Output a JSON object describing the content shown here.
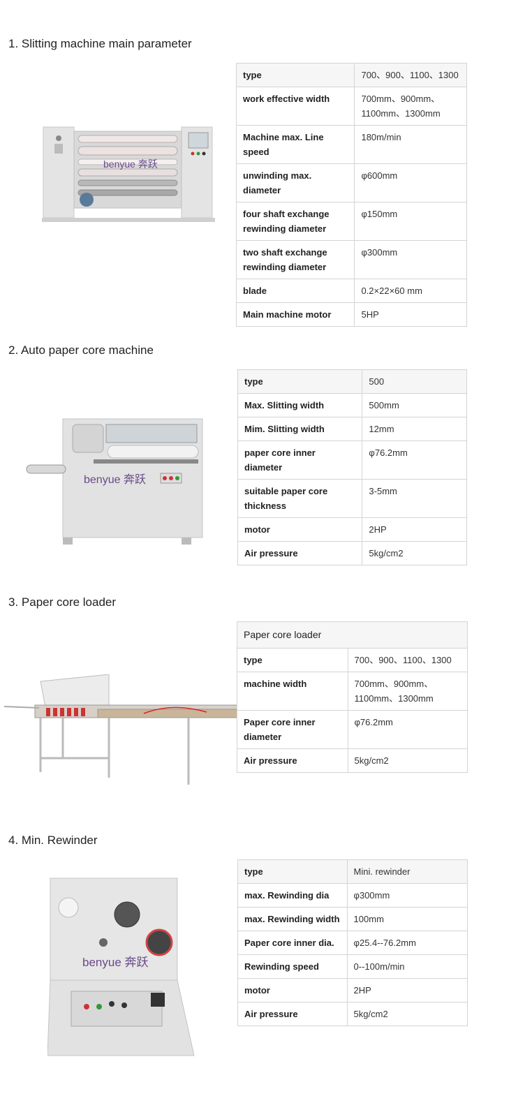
{
  "sections": [
    {
      "heading": "1. Slitting machine main parameter",
      "logo": "benyue 奔跃",
      "rows": [
        {
          "k": "type",
          "v": "700、900、1100、1300"
        },
        {
          "k": "work effective width",
          "v": "700mm、900mm、1100mm、1300mm"
        },
        {
          "k": "Machine max. Line speed",
          "v": "180m/min"
        },
        {
          "k": "unwinding max. diameter",
          "v": "φ600mm"
        },
        {
          "k": "four shaft exchange rewinding diameter",
          "v": "φ150mm"
        },
        {
          "k": "two shaft exchange rewinding diameter",
          "v": "φ300mm"
        },
        {
          "k": "blade",
          "v": "0.2×22×60 mm"
        },
        {
          "k": "Main machine motor",
          "v": "5HP"
        }
      ]
    },
    {
      "heading": "2. Auto paper core machine",
      "logo": "benyue 奔跃",
      "rows": [
        {
          "k": "type",
          "v": "500"
        },
        {
          "k": "Max. Slitting width",
          "v": "500mm"
        },
        {
          "k": "Mim. Slitting width",
          "v": "12mm"
        },
        {
          "k": "paper core inner diameter",
          "v": "φ76.2mm"
        },
        {
          "k": "suitable paper core thickness",
          "v": "3-5mm"
        },
        {
          "k": "motor",
          "v": "2HP"
        },
        {
          "k": "Air pressure",
          "v": "5kg/cm2"
        }
      ]
    },
    {
      "heading": "3. Paper core loader",
      "caption": "Paper core loader",
      "rows": [
        {
          "k": "type",
          "v": "700、900、1100、1300"
        },
        {
          "k": "machine width",
          "v": "700mm、900mm、1100mm、1300mm"
        },
        {
          "k": "Paper core inner diameter",
          "v": "φ76.2mm"
        },
        {
          "k": "Air pressure",
          "v": "5kg/cm2"
        }
      ]
    },
    {
      "heading": "4. Min. Rewinder",
      "logo": "benyue 奔跃",
      "rows": [
        {
          "k": "type",
          "v": "Mini. rewinder"
        },
        {
          "k": "max. Rewinding dia",
          "v": "φ300mm"
        },
        {
          "k": "max. Rewinding width",
          "v": "100mm"
        },
        {
          "k": "Paper core inner dia.",
          "v": "φ25.4--76.2mm"
        },
        {
          "k": "Rewinding speed",
          "v": "0--100m/min"
        },
        {
          "k": "motor",
          "v": "2HP"
        },
        {
          "k": "Air pressure",
          "v": "5kg/cm2"
        }
      ]
    }
  ]
}
